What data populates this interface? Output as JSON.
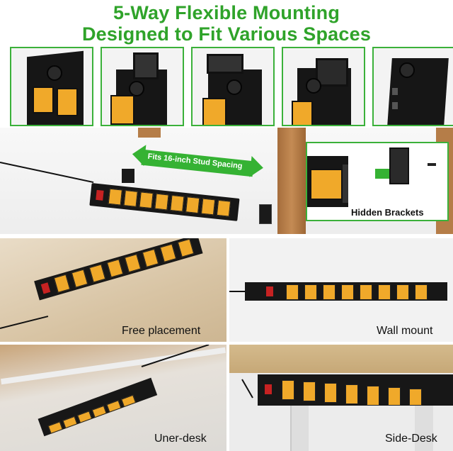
{
  "header": {
    "line1": "5-Way Flexible Mounting",
    "line2": "Designed to Fit Various Spaces"
  },
  "callouts": {
    "stud_spacing": "Fits 16-inch Stud Spacing",
    "hidden_brackets": "Hidden Brackets"
  },
  "captions": {
    "free": "Free placement",
    "wall": "Wall mount",
    "under": "Uner-desk",
    "side": "Side-Desk"
  },
  "colors": {
    "accent_green": "#2fa32a",
    "outlet_orange": "#f0a92a",
    "strip_black": "#171717",
    "switch_red": "#c62222"
  }
}
